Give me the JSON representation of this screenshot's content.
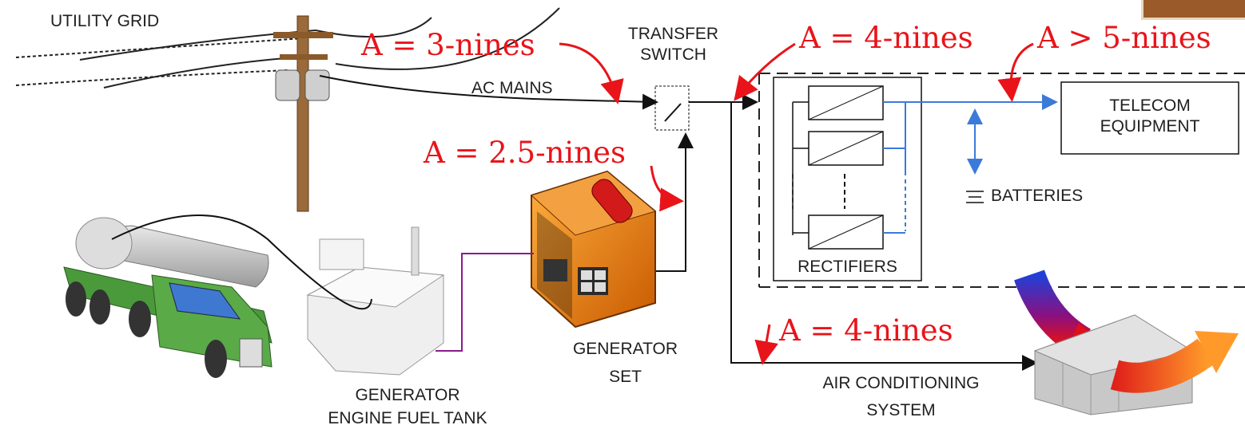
{
  "labels": {
    "utility_grid": "UTILITY GRID",
    "ac_mains": "AC MAINS",
    "transfer_switch_1": "TRANSFER",
    "transfer_switch_2": "SWITCH",
    "telecom_1": "TELECOM",
    "telecom_2": "EQUIPMENT",
    "batteries": "BATTERIES",
    "rectifiers": "RECTIFIERS",
    "generator_set_1": "GENERATOR",
    "generator_set_2": "SET",
    "fuel_tank_1": "GENERATOR",
    "fuel_tank_2": "ENGINE FUEL TANK",
    "air_cond_1": "AIR CONDITIONING",
    "air_cond_2": "SYSTEM"
  },
  "annotations": {
    "ac_mains": "A = 3-nines",
    "generator": "A = 2.5-nines",
    "rectifier_input": "A = 4-nines",
    "dc_output": "A > 5-nines",
    "air_conditioning": "A = 4-nines"
  },
  "colors": {
    "annotation": "#e8141a",
    "ac_line": "#111111",
    "dc_line": "#3b7ad9",
    "fuel_line": "#8b1a8b",
    "generator": "#e07a12",
    "truck": "#4a9a3c"
  }
}
